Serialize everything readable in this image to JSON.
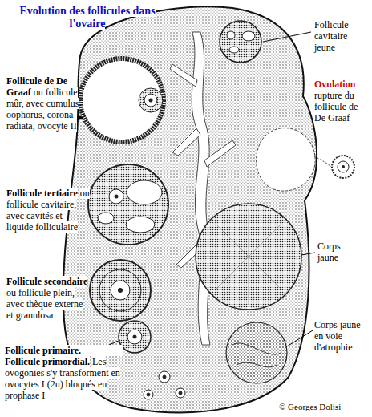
{
  "diagram": {
    "title": "Evolution des follicules dans l'ovaire",
    "labels": [
      "Follicule de De Graaf",
      "ou follicule mûr, avec cumulus oophorus, corona radiata, ovocyte II",
      "Follicule tertiaire",
      "ou follicule cavitaire, avec cavités et liquide folliculaire",
      "Follicule secondaire",
      "ou follicule plein, avec thèque externe et granulosa",
      "Follicule primaire.",
      "Follicule primordial.",
      "Les ovogonies s'y transforment en ovocytes I (2n) bloqués en prophase I",
      "Follicule cavitaire jeune",
      "Ovulation",
      "rupture du follicule de De Graaf",
      "Corps jaune",
      "Corps jaune en voie d'atrophie",
      "© Georges Dolisi"
    ]
  }
}
